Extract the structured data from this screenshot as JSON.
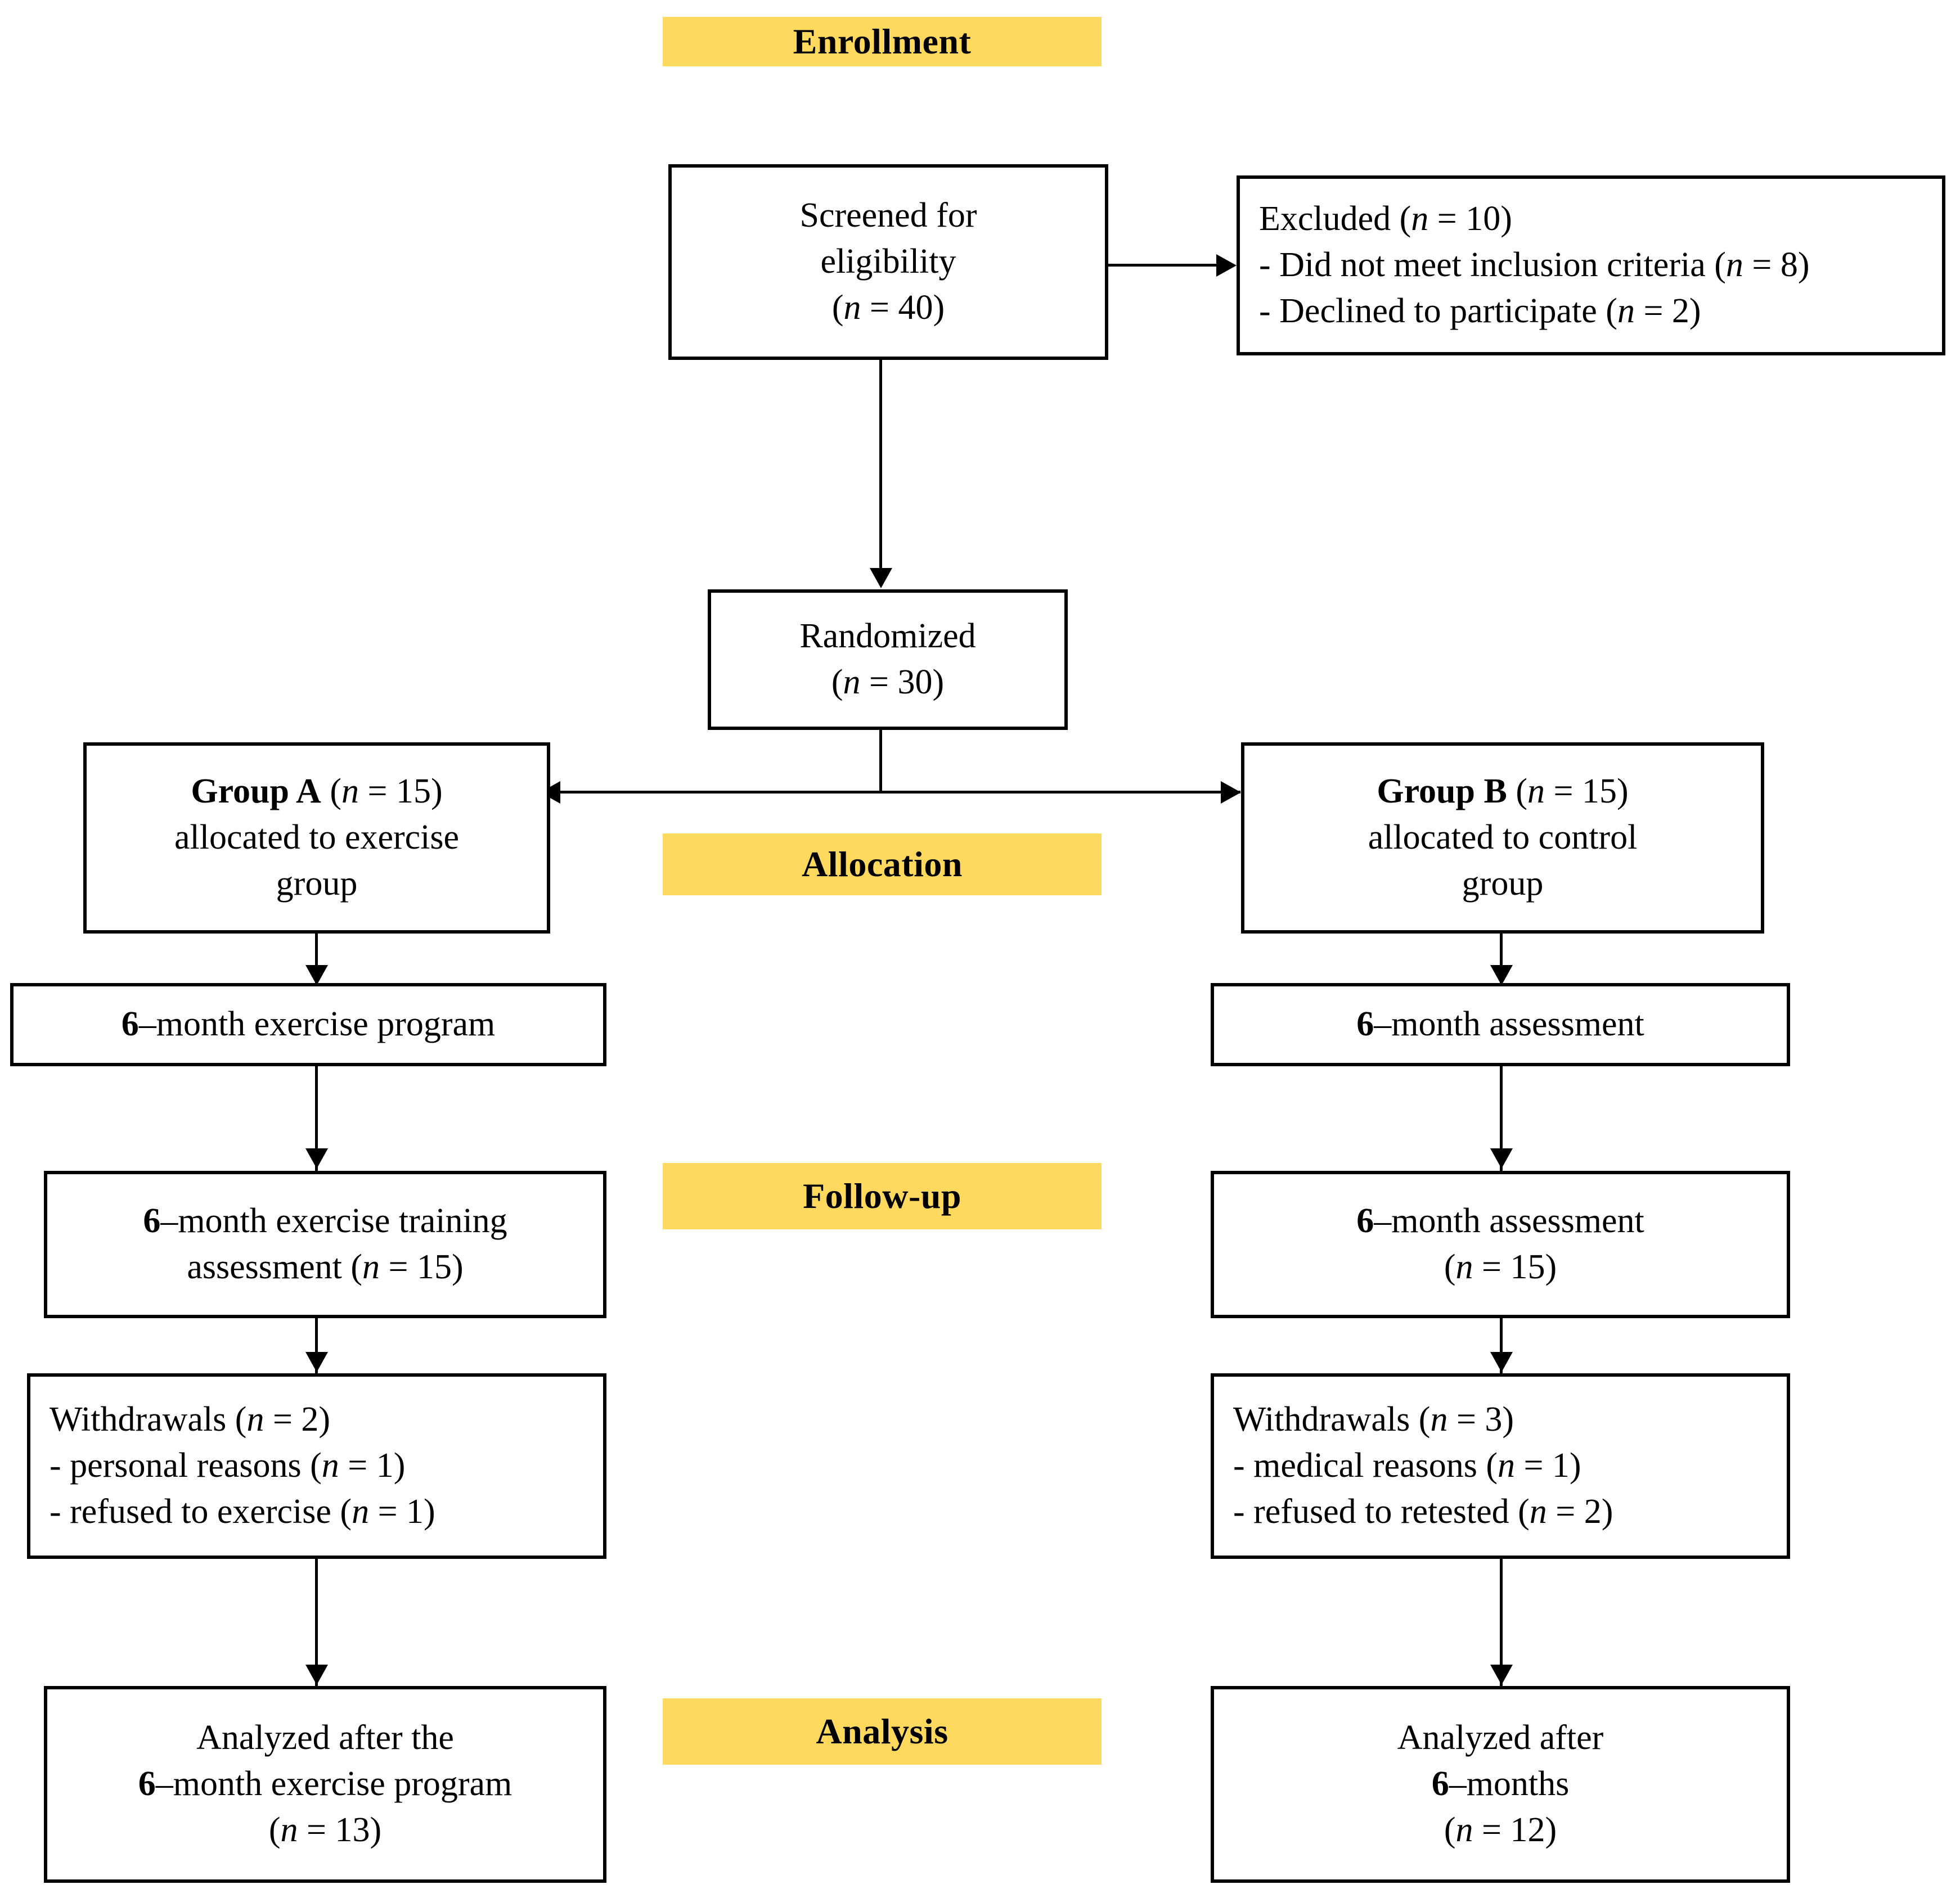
{
  "diagram": {
    "type": "consort-flow-diagram",
    "colors": {
      "stage_label_bg": "#FFD85E",
      "box_border": "#000000",
      "text": "#000000",
      "background": "#FFFFFF"
    },
    "stage_labels": [
      {
        "key": "enrollment",
        "label": "Enrollment"
      },
      {
        "key": "allocation",
        "label": "Allocation"
      },
      {
        "key": "followup",
        "label": "Follow-up"
      },
      {
        "key": "analysis",
        "label": "Analysis"
      }
    ],
    "nodes": {
      "screened": {
        "lines": [
          {
            "plain": "Screened for"
          },
          {
            "plain": "eligibility"
          },
          {
            "prefix": "(",
            "italic": "n",
            "suffix": " = 40)"
          }
        ]
      },
      "excluded": {
        "lines": [
          {
            "prefix": "Excluded (",
            "italic": "n",
            "suffix": " = 10)"
          },
          {
            "prefix": "- Did not meet inclusion criteria (",
            "italic": "n",
            "suffix": " = 8)"
          },
          {
            "prefix": "- Declined to participate (",
            "italic": "n",
            "suffix": " = 2)"
          }
        ]
      },
      "randomized": {
        "lines": [
          {
            "plain": "Randomized"
          },
          {
            "prefix": "(",
            "italic": "n",
            "suffix": " = 30)"
          }
        ]
      },
      "group_a": {
        "lines": [
          {
            "bold": "Group A",
            "prefix_after_bold": " (",
            "italic": "n",
            "suffix": " = 15)"
          },
          {
            "plain": "allocated to exercise"
          },
          {
            "plain": "group"
          }
        ]
      },
      "group_b": {
        "lines": [
          {
            "bold": "Group B",
            "prefix_after_bold": " (",
            "italic": "n",
            "suffix": " = 15)"
          },
          {
            "plain": "allocated to control"
          },
          {
            "plain": "group"
          }
        ]
      },
      "a_program": {
        "lines": [
          {
            "bold": "6",
            "plain_after_bold": "–month exercise program"
          }
        ]
      },
      "b_assessment_1": {
        "lines": [
          {
            "bold": "6",
            "plain_after_bold": "–month assessment"
          }
        ]
      },
      "a_training_assessment": {
        "lines": [
          {
            "bold": "6",
            "plain_after_bold": "–month exercise training"
          },
          {
            "prefix": "assessment (",
            "italic": "n",
            "suffix": " = 15)"
          }
        ]
      },
      "b_assessment_2": {
        "lines": [
          {
            "bold": "6",
            "plain_after_bold": "–month assessment"
          },
          {
            "prefix": "(",
            "italic": "n",
            "suffix": " = 15)"
          }
        ]
      },
      "a_withdrawals": {
        "lines": [
          {
            "prefix": "Withdrawals (",
            "italic": "n",
            "suffix": " = 2)"
          },
          {
            "prefix": "- personal reasons (",
            "italic": "n",
            "suffix": " = 1)"
          },
          {
            "prefix": "- refused to exercise (",
            "italic": "n",
            "suffix": " = 1)"
          }
        ]
      },
      "b_withdrawals": {
        "lines": [
          {
            "prefix": "Withdrawals (",
            "italic": "n",
            "suffix": " = 3)"
          },
          {
            "prefix": "- medical reasons (",
            "italic": "n",
            "suffix": " = 1)"
          },
          {
            "prefix": "- refused to retested (",
            "italic": "n",
            "suffix": " = 2)"
          }
        ]
      },
      "a_analyzed": {
        "lines": [
          {
            "plain": "Analyzed after the"
          },
          {
            "bold": "6",
            "plain_after_bold": "–month exercise program"
          },
          {
            "prefix": "(",
            "italic": "n",
            "suffix": " = 13)"
          }
        ]
      },
      "b_analyzed": {
        "lines": [
          {
            "plain": "Analyzed after"
          },
          {
            "bold": "6",
            "plain_after_bold": "–months"
          },
          {
            "prefix": "(",
            "italic": "n",
            "suffix": " = 12)"
          }
        ]
      }
    },
    "flow_counts": {
      "screened": 40,
      "excluded_total": 10,
      "excluded_not_meet_criteria": 8,
      "excluded_declined": 2,
      "randomized": 30,
      "group_a_allocated": 15,
      "group_b_allocated": 15,
      "group_a_followup": 15,
      "group_b_followup": 15,
      "group_a_withdrawals": 2,
      "group_b_withdrawals": 3,
      "group_a_analyzed": 13,
      "group_b_analyzed": 12
    }
  }
}
